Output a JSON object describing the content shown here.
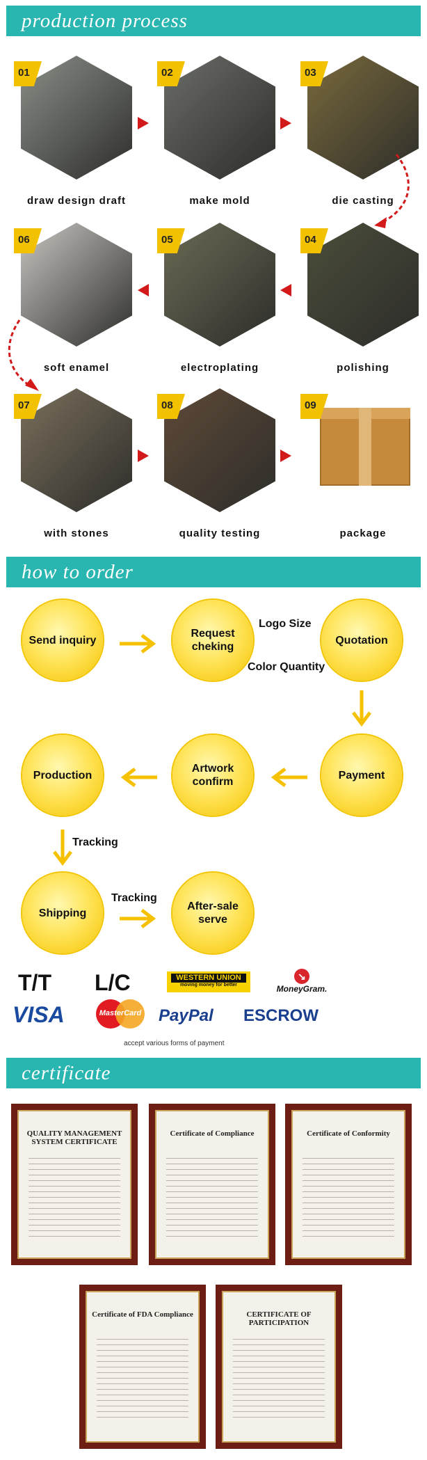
{
  "sections": {
    "production": "production process",
    "order": "how to order",
    "certificate": "certificate"
  },
  "steps": [
    {
      "num": "01",
      "label": "draw design draft",
      "color": "#8a8f88"
    },
    {
      "num": "02",
      "label": "make mold",
      "color": "#6b6d68"
    },
    {
      "num": "03",
      "label": "die casting",
      "color": "#7a6a3c"
    },
    {
      "num": "06",
      "label": "soft enamel",
      "color": "#c9c6c2"
    },
    {
      "num": "05",
      "label": "electroplating",
      "color": "#6b6a55"
    },
    {
      "num": "04",
      "label": "polishing",
      "color": "#4b4d3a"
    },
    {
      "num": "07",
      "label": "with stones",
      "color": "#7a6f5c"
    },
    {
      "num": "08",
      "label": "quality testing",
      "color": "#5e4a38"
    },
    {
      "num": "09",
      "label": "package",
      "color": "#c68a3d"
    }
  ],
  "order": {
    "send_inquiry": "Send inquiry",
    "request_checking": "Request\ncheking",
    "quotation": "Quotation",
    "logo_size": "Logo Size",
    "color_quantity": "Color Quantity",
    "payment": "Payment",
    "artwork_confirm": "Artwork\nconfirm",
    "production": "Production",
    "tracking_1": "Tracking",
    "shipping": "Shipping",
    "tracking_2": "Tracking",
    "after_sale": "After-sale\nserve"
  },
  "payment": {
    "tt": "T/T",
    "lc": "L/C",
    "western_union": "WESTERN UNION",
    "western_union_sub": "moving money for better",
    "moneygram": "MoneyGram.",
    "visa": "VISA",
    "mastercard": "MasterCard",
    "paypal": "PayPal",
    "escrow": "ESCROW",
    "caption": "accept various forms of payment"
  },
  "certificates": [
    {
      "title": "QUALITY MANAGEMENT SYSTEM CERTIFICATE"
    },
    {
      "title": "Certificate of Compliance"
    },
    {
      "title": "Certificate of Conformity"
    },
    {
      "title": "Certificate of FDA Compliance"
    },
    {
      "title": "CERTIFICATE OF PARTICIPATION"
    }
  ]
}
